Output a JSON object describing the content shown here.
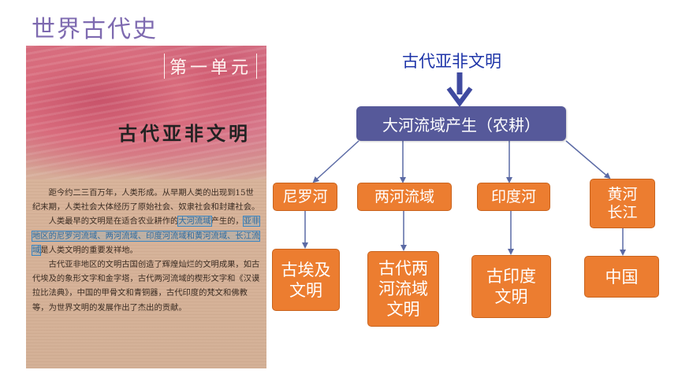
{
  "page": {
    "title": "世界古代史"
  },
  "book": {
    "unit": "第一单元",
    "heading": "古代亚非文明",
    "para1": "距今约二三百万年，人类形成。从早期人类的出现到15世纪末期，人类社会大体经历了原始社会、奴隶社会和封建社会。",
    "para2_a": "人类最早的文明是在适合农业耕作的",
    "para2_hl1": "大河流域",
    "para2_b": "产生的，",
    "para2_hl2": "亚非地区的尼罗河流域、两河流域、印度河流域和黄河流域、长江流域",
    "para2_c": "是人类文明的重要发祥地。",
    "para3": "古代亚非地区的文明古国创造了辉煌灿烂的文明成果，如古代埃及的象形文字和金字塔，古代两河流域的楔形文字和《汉谟拉比法典》，中国的甲骨文和青铜器，古代印度的梵文和佛教等，为世界文明的发展作出了杰出的贡献。"
  },
  "diagram": {
    "title": "古代亚非文明",
    "root": "大河流域产生（农耕）",
    "rivers": [
      "尼罗河",
      "两河流域",
      "印度河",
      "黄河\n长江"
    ],
    "civilizations": [
      "古埃及\n文明",
      "古代两\n河流域\n文明",
      "古印度\n文明",
      "中国"
    ],
    "colors": {
      "root": "#56599a",
      "node": "#ec7d30",
      "arrow": "#5b6aa5",
      "title": "#1d34a8"
    }
  }
}
